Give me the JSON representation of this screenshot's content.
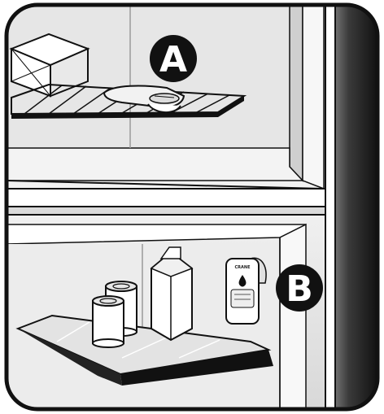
{
  "markers": {
    "upper": "A",
    "lower": "B"
  },
  "device_label": "CRANE",
  "colors": {
    "outline": "#111111",
    "panel_light": "#f2f2f2",
    "panel_mid": "#d9d9d9",
    "panel_dark": "#bdbdbd",
    "side_dark": "#222222",
    "marker_fill": "#111111"
  },
  "icons": [
    "box-icon",
    "sensor-device-icon",
    "milk-carton-icon",
    "can-icon",
    "wall-sensor-icon"
  ]
}
